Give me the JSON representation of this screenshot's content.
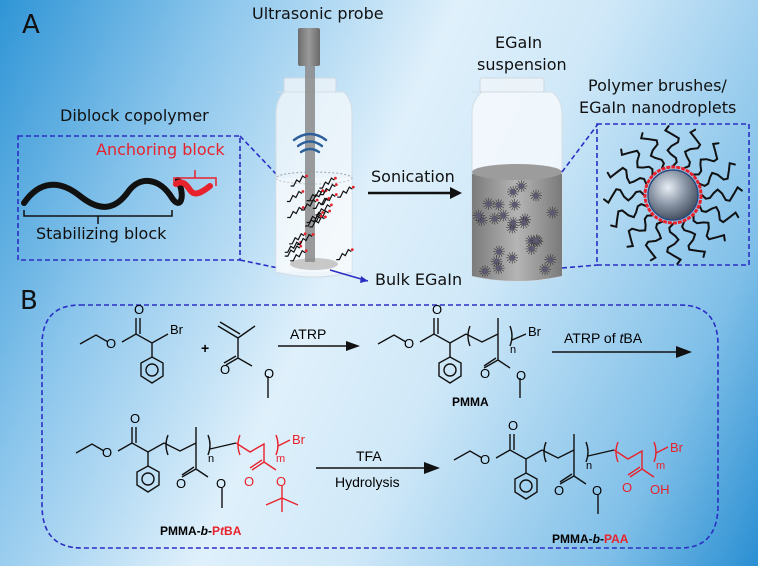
{
  "panel_a": {
    "letter": "A",
    "ultrasonic_probe": "Ultrasonic probe",
    "diblock_copolymer": "Diblock copolymer",
    "anchoring_block": "Anchoring block",
    "stabilizing_block": "Stabilizing block",
    "sonication": "Sonication",
    "bulk_egain": "Bulk EGaIn",
    "egain_suspension_line1": "EGaIn",
    "egain_suspension_line2": "suspension",
    "polymer_brushes_line1": "Polymer brushes/",
    "polymer_brushes_line2": "EGaIn nanodroplets"
  },
  "panel_b": {
    "letter": "B",
    "plus": "+",
    "step1_label": "ATRP",
    "step2_label_pre": "ATRP of ",
    "step2_label_italic": "t",
    "step2_label_post": "BA",
    "step3_label_top": "TFA",
    "step3_label_bottom": "Hydrolysis",
    "product1": "PMMA",
    "product2_black": "PMMA-",
    "product2_italic": "b",
    "product2_dash": "-",
    "product2_red_p": "P",
    "product2_red_t": "t",
    "product2_red_ba": "BA",
    "product3_black": "PMMA-",
    "product3_italic": "b",
    "product3_dash": "-",
    "product3_red": "PAA",
    "atoms": {
      "O": "O",
      "Br": "Br",
      "OH": "OH",
      "n": "n",
      "m": "m"
    }
  },
  "colors": {
    "dashed_box": "#2b2fc4",
    "anchor_red": "#e8222c",
    "text": "#111111"
  }
}
